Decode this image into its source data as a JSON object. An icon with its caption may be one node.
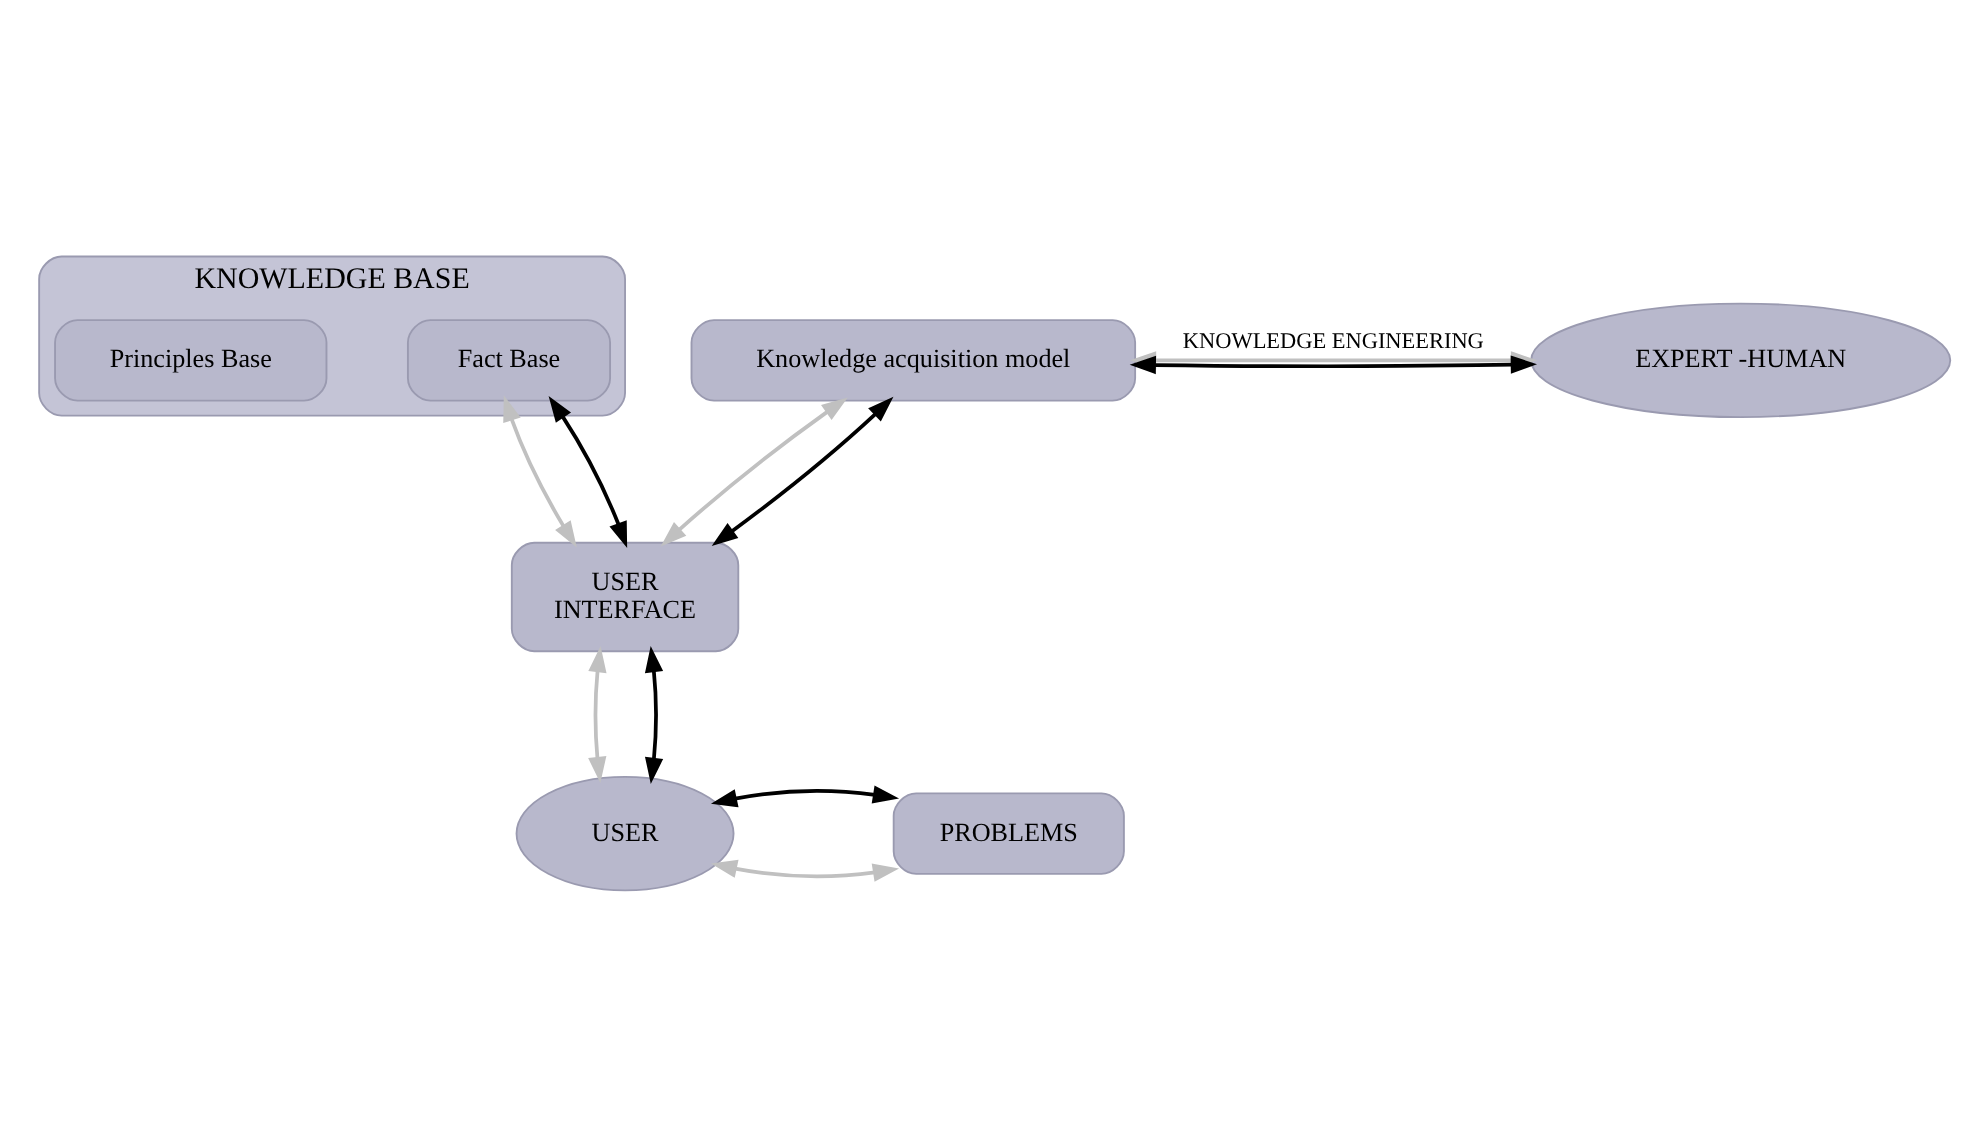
{
  "diagram": {
    "nodes": [
      {
        "text": [
          "KNOWLEDGE BASE"
        ]
      },
      {
        "text": [
          "Fact Base"
        ],
        "in": 0
      },
      {
        "text": [
          "Principles Base"
        ],
        "in": 0
      },
      {
        "text": [
          "Knowledge acquisition model"
        ]
      },
      {
        "text": [
          "EXPERT -HUMAN"
        ]
      },
      {
        "text": [
          "USER",
          "INTERFACE"
        ]
      },
      {
        "text": [
          "USER"
        ]
      },
      {
        "text": [
          "PROBLEMS"
        ]
      }
    ],
    "edges": [
      {
        "from": 3,
        "to": 4,
        "arrow": "both",
        "color": "#c0c0c0",
        "label": "KNOWLEDGE ENGINEERING"
      },
      {
        "from": 3,
        "to": 4,
        "arrow": "both",
        "color": "#000000"
      },
      {
        "from": 1,
        "to": 5,
        "arrow": "both",
        "color": "#c0c0c0"
      },
      {
        "from": 1,
        "to": 5,
        "arrow": "both",
        "color": "#000000"
      },
      {
        "from": 3,
        "to": 5,
        "arrow": "both",
        "color": "#c0c0c0"
      },
      {
        "from": 3,
        "to": 5,
        "arrow": "both",
        "color": "#000000"
      },
      {
        "from": 5,
        "to": 6,
        "arrow": "both",
        "color": "#c0c0c0"
      },
      {
        "from": 5,
        "to": 6,
        "arrow": "both",
        "color": "#000000"
      },
      {
        "from": 6,
        "to": 7,
        "arrow": "both",
        "color": "#c0c0c0"
      },
      {
        "from": 6,
        "to": 7,
        "arrow": "both",
        "color": "#000000"
      }
    ]
  }
}
